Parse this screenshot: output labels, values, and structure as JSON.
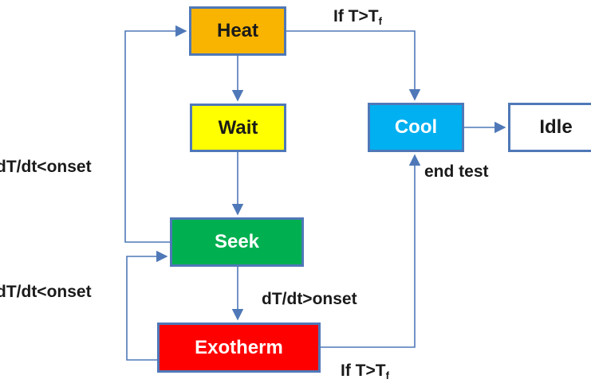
{
  "nodes": {
    "heat": "Heat",
    "wait": "Wait",
    "seek": "Seek",
    "exotherm": "Exotherm",
    "cool": "Cool",
    "idle": "Idle"
  },
  "edge_labels": {
    "heat_to_cool_main": "If T>T",
    "heat_to_cool_sub": "f",
    "seek_to_heat": "dT/dt<onset",
    "exotherm_to_seek": "dT/dt<onset",
    "seek_to_exotherm": "dT/dt>onset",
    "exotherm_to_cool_main": "If T>T",
    "exotherm_to_cool_sub": "f",
    "cool_end": "end test"
  },
  "colors": {
    "heat": "#f8b400",
    "wait": "#ffff00",
    "seek": "#00b050",
    "exotherm": "#ff0000",
    "cool": "#00b0f0",
    "idle": "#ffffff",
    "border": "#4f78b8"
  }
}
